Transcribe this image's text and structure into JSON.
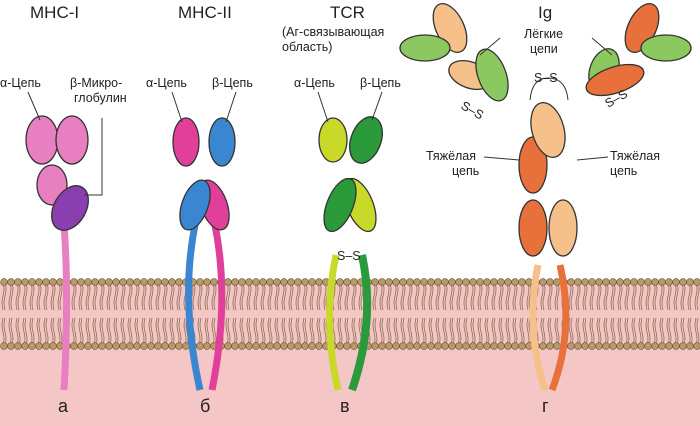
{
  "titles": {
    "mhc1": "MHC-I",
    "mhc2": "MHC-II",
    "tcr": "TCR",
    "ig": "Ig"
  },
  "labels": {
    "tcr_note_1": "(Аг-связывающая",
    "tcr_note_2": "область)",
    "mhc1_alpha": "α-Цепь",
    "mhc1_beta_1": "β-Микро-",
    "mhc1_beta_2": "глобулин",
    "mhc2_alpha": "α-Цепь",
    "mhc2_beta": "β-Цепь",
    "tcr_alpha": "α-Цепь",
    "tcr_beta": "β-Цепь",
    "tcr_ss": "S–S",
    "ig_light_1": "Лёгкие",
    "ig_light_2": "цепи",
    "ig_heavy_left_1": "Тяжёлая",
    "ig_heavy_left_2": "цепь",
    "ig_heavy_right_1": "Тяжёлая",
    "ig_heavy_right_2": "цепь",
    "ig_ss_top": "S–S",
    "ig_ss_left": "S–S",
    "ig_ss_right": "S–S"
  },
  "letters": {
    "a": "а",
    "b": "б",
    "c": "в",
    "d": "г"
  },
  "colors": {
    "pink": "#e77fc0",
    "purple": "#8a3fb0",
    "magenta": "#e0409a",
    "blue": "#3a86d0",
    "yellow": "#c8d92a",
    "green": "#2a9a3a",
    "lightgreen": "#8cc860",
    "orange": "#e8703a",
    "peach": "#f6c08a",
    "cytoplasm": "#f4c6c6",
    "lipid": "#b89a6a"
  }
}
